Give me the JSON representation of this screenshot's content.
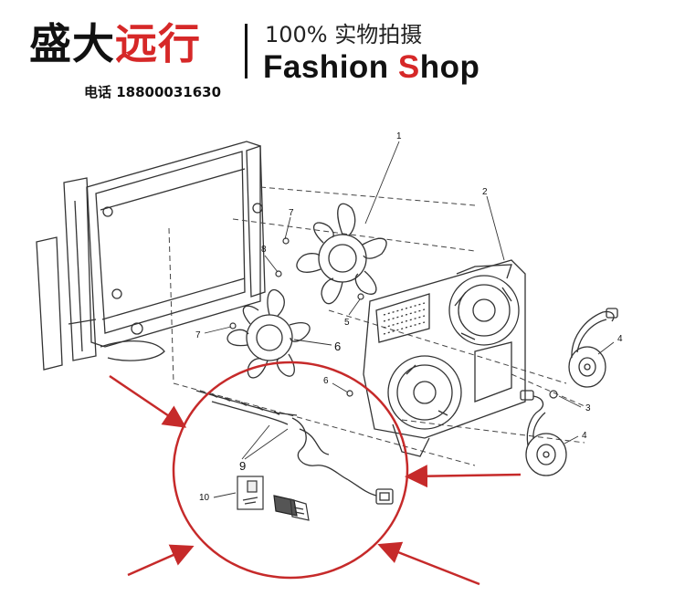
{
  "header": {
    "brand_part1": "盛大",
    "brand_part2": "远行",
    "tagline_cn": "100% 实物拍摄",
    "tagline_en_part1": "Fashion ",
    "tagline_en_part2": "S",
    "tagline_en_part3": "hop",
    "phone": "电话 18800031630"
  },
  "diagram": {
    "callouts": [
      "1",
      "2",
      "3",
      "4",
      "4",
      "5",
      "6",
      "6",
      "7",
      "7",
      "8",
      "9",
      "10"
    ]
  },
  "colors": {
    "accent": "#d62828",
    "ink": "#111111",
    "line": "#333333"
  }
}
